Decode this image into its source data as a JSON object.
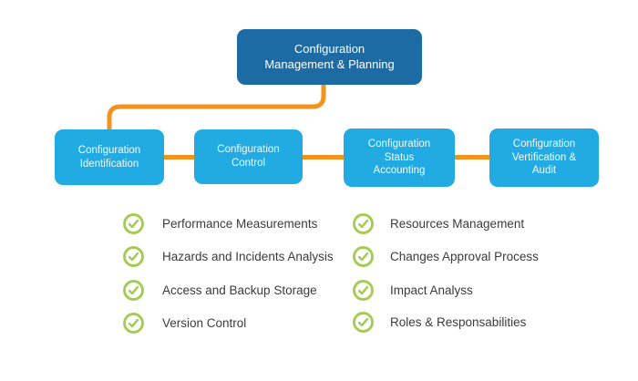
{
  "colors": {
    "bg": "#ffffff",
    "root_box": "#1c6ba4",
    "root_text": "#ffffff",
    "child_box": "#22aae3",
    "child_text": "#f2fbff",
    "connector": "#f3921c",
    "check": "#a3cc52",
    "list_text": "#3b3b3b"
  },
  "diagram": {
    "root": {
      "label": "Configuration\nManagement & Planning"
    },
    "children": [
      {
        "label": "Configuration\nIdentification"
      },
      {
        "label": "Configuration\nControl"
      },
      {
        "label": "Configuration\nStatus\nAccounting"
      },
      {
        "label": "Configuration\nVertification &\nAudit"
      }
    ]
  },
  "checklist": {
    "left": [
      "Performance Measurements",
      "Hazards and Incidents Analysis",
      "Access and Backup Storage",
      "Version Control"
    ],
    "right": [
      "Resources Management",
      "Changes Approval Process",
      "Impact Analyss",
      "Roles & Responsabilities"
    ]
  }
}
